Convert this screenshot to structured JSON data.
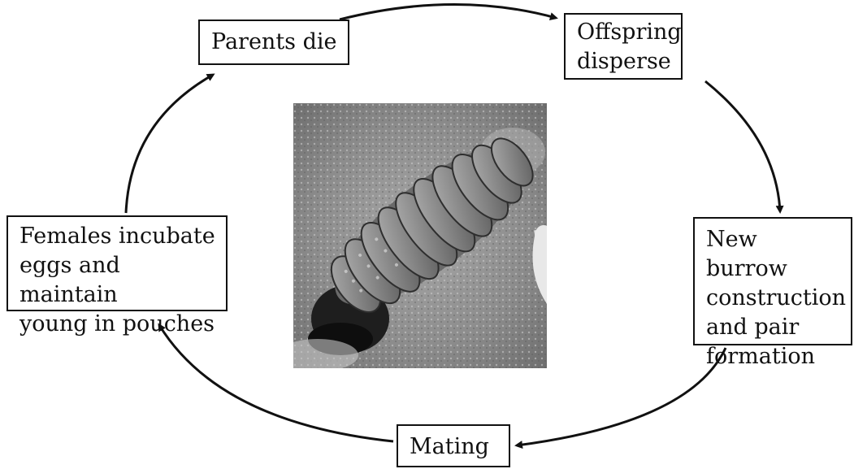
{
  "diagram": {
    "stages": {
      "parents_die": "Parents die",
      "offspring_disperse": "Offspring\ndisperse",
      "new_burrow": "New burrow\nconstruction\nand pair\nformation",
      "mating": "Mating",
      "females_incubate": "Females incubate\neggs and maintain\nyoung in pouches"
    },
    "photo": {
      "subject": "isopod-emerging-from-burrow",
      "style": "grayscale"
    },
    "arrow_color": "#111111"
  }
}
